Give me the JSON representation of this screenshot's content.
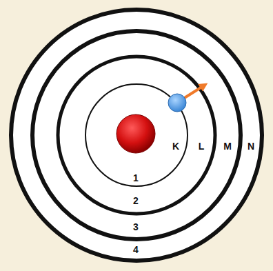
{
  "diagram": {
    "labels": [
      "K",
      "L",
      "M",
      "N",
      "1",
      "2",
      "3",
      "4"
    ]
  }
}
